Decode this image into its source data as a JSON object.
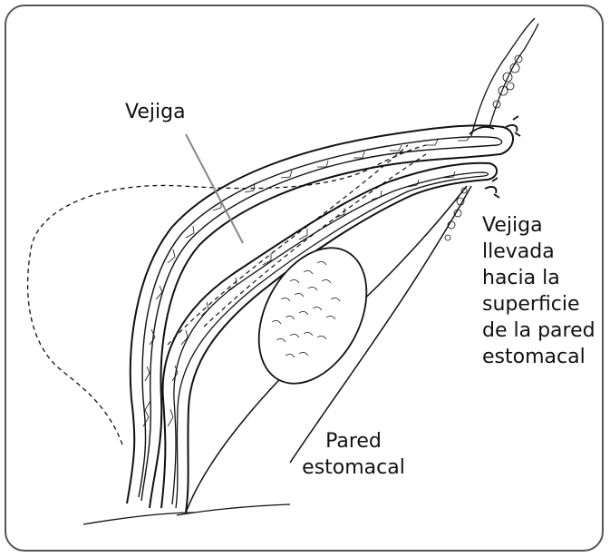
{
  "labels": {
    "vejiga": "Vejiga",
    "pared_line1": "Pared",
    "pared_line2": "estomacal",
    "right_lines": [
      "Vejiga",
      "llevada",
      "hacia la",
      "superficie",
      "de la pared",
      "estomacal"
    ]
  },
  "colors": {
    "stroke": "#111111",
    "frame": "#555555",
    "pointer": "#888888"
  }
}
